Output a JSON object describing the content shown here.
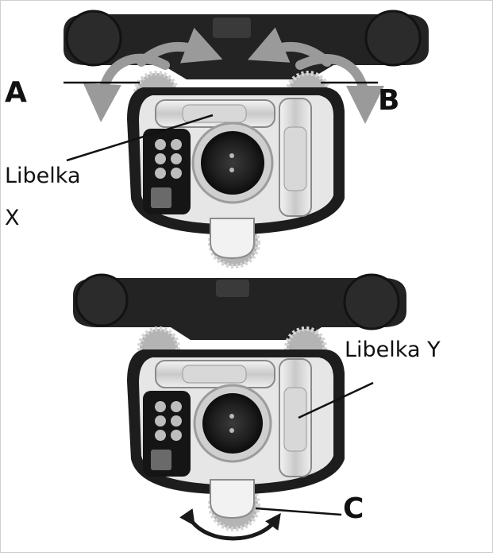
{
  "labels": {
    "a": "A",
    "b": "B",
    "c": "C",
    "libelka_x_line1": "Libelka",
    "libelka_x_line2": "X",
    "libelka_y": "Libelka Y"
  },
  "colors": {
    "body_dark": "#232323",
    "housing_light": "#e6e6e6",
    "screw_grey": "#b4b4b4",
    "arrow_grey": "#9a9a9a",
    "arrow_dark": "#1a1a1a"
  }
}
